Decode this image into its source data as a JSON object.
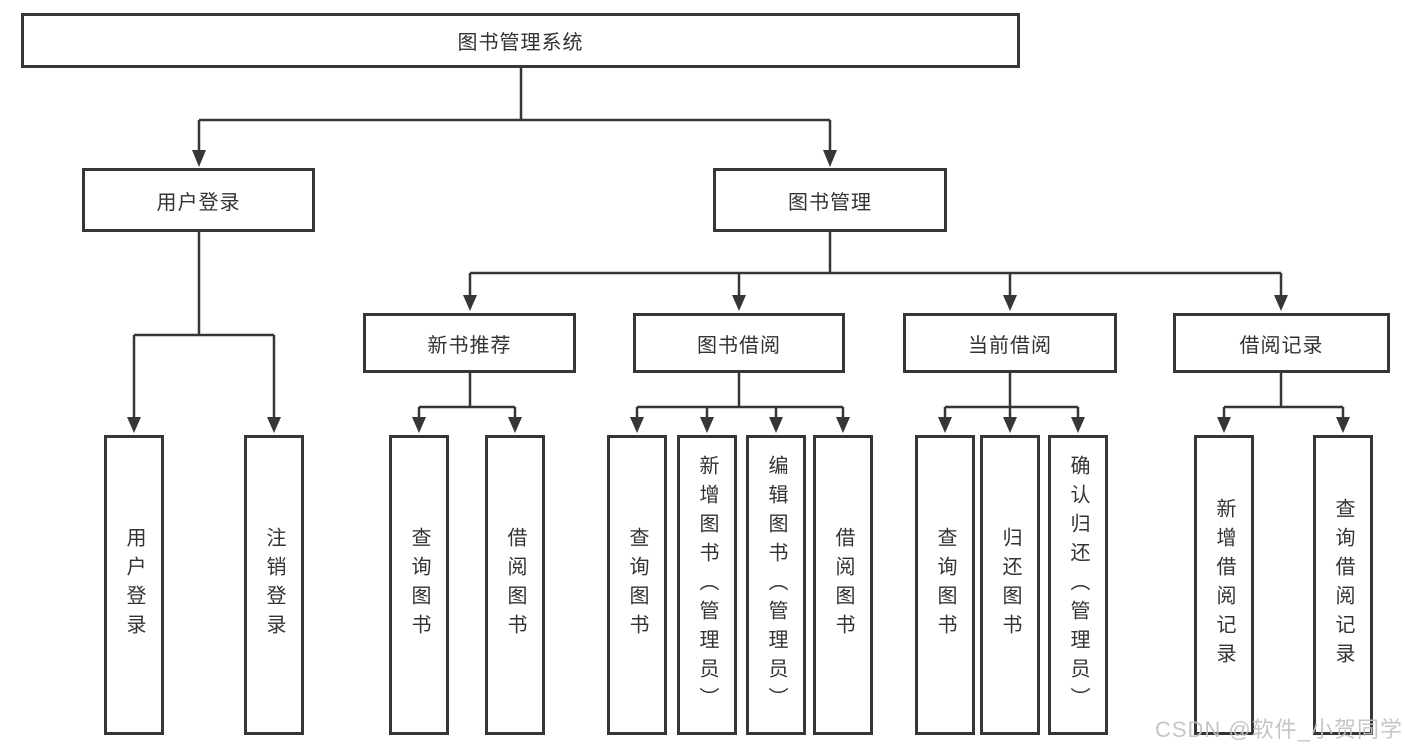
{
  "colors": {
    "line": "#363636",
    "text": "#333333",
    "box_background": "#ffffff",
    "watermark": "#c2c2c2"
  },
  "watermark": {
    "text": "CSDN @软件_小贺同学"
  },
  "tree": {
    "root": {
      "label": "图书管理系统",
      "children": [
        {
          "label": "用户登录",
          "children": [
            {
              "label": "用户登录"
            },
            {
              "label": "注销登录"
            }
          ]
        },
        {
          "label": "图书管理",
          "children": [
            {
              "label": "新书推荐",
              "children": [
                {
                  "label": "查询图书"
                },
                {
                  "label": "借阅图书"
                }
              ]
            },
            {
              "label": "图书借阅",
              "children": [
                {
                  "label": "查询图书"
                },
                {
                  "label": "新增图书（管理员）"
                },
                {
                  "label": "编辑图书（管理员）"
                },
                {
                  "label": "借阅图书"
                }
              ]
            },
            {
              "label": "当前借阅",
              "children": [
                {
                  "label": "查询图书"
                },
                {
                  "label": "归还图书"
                },
                {
                  "label": "确认归还（管理员）"
                }
              ]
            },
            {
              "label": "借阅记录",
              "children": [
                {
                  "label": "新增借阅记录"
                },
                {
                  "label": "查询借阅记录"
                }
              ]
            }
          ]
        }
      ]
    }
  }
}
